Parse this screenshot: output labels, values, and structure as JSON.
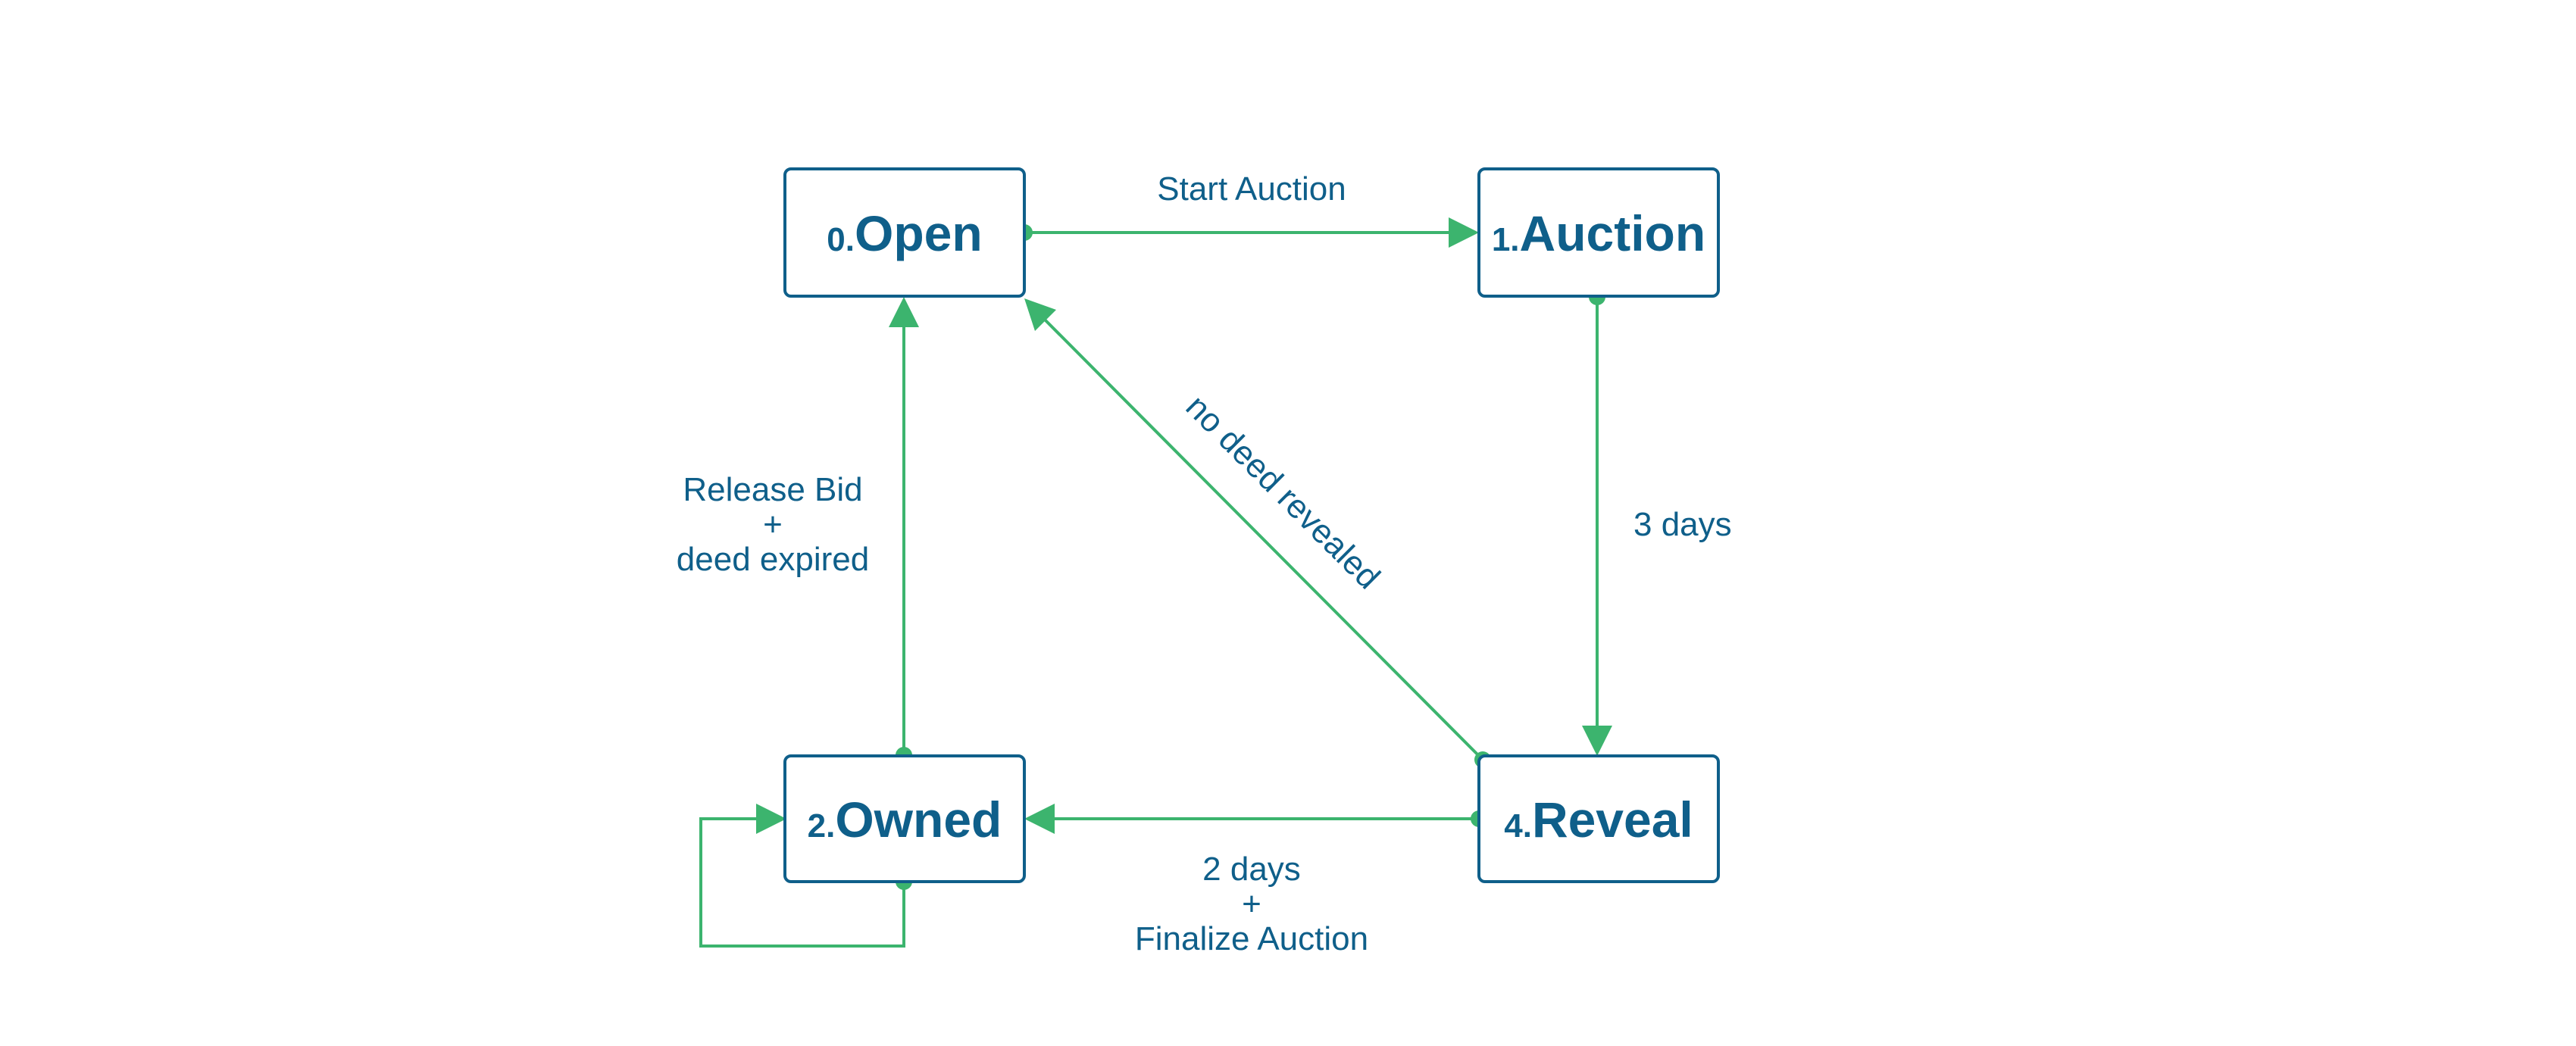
{
  "states": {
    "open": {
      "number": "0.",
      "name": "Open"
    },
    "auction": {
      "number": "1.",
      "name": "Auction"
    },
    "owned": {
      "number": "2.",
      "name": "Owned"
    },
    "reveal": {
      "number": "4.",
      "name": "Reveal"
    }
  },
  "transitions": {
    "start_auction": {
      "label": "Start Auction"
    },
    "three_days": {
      "label": "3 days"
    },
    "no_deed_revealed": {
      "label": "no deed revealed"
    },
    "release_bid": {
      "line1": "Release Bid",
      "line2": "+",
      "line3": "deed expired"
    },
    "finalize": {
      "line1": "2 days",
      "line2": "+",
      "line3": "Finalize Auction"
    }
  },
  "colors": {
    "state_text": "#0f5f8a",
    "state_border": "#0f5f8a",
    "edge": "#3cb46e",
    "background": "#ffffff"
  }
}
